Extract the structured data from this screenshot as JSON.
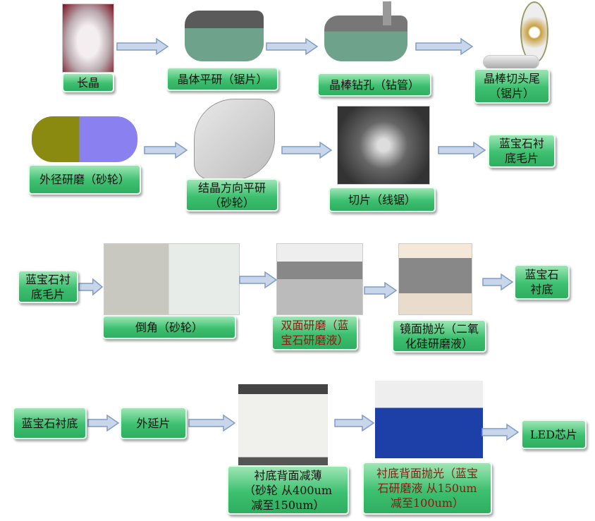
{
  "steps": {
    "s1": "长晶",
    "s2": "晶体平研（锯片）",
    "s3": "晶棒钻孔（钻管）",
    "s4": "晶棒切头尾\n（锯片）",
    "s5": "外径研磨（砂轮）",
    "s6": "结晶方向平研\n（砂轮）",
    "s7": "切片（线锯）",
    "s8": "蓝宝石衬\n底毛片",
    "s9": "蓝宝石衬\n底毛片",
    "s10": "倒角（砂轮）",
    "s11": "双面研磨（蓝\n宝石研磨液）",
    "s12": "镜面抛光（二氧\n化硅研磨液）",
    "s13": "蓝宝石\n衬底",
    "s14": "蓝宝石衬底",
    "s15": "外延片",
    "s16": "衬底背面减薄\n（砂轮  从400um\n减至150um）",
    "s17": "衬底背面抛光（蓝宝\n石研磨液  从150um\n减至100um）",
    "s18": "LED芯片"
  },
  "colors": {
    "label_green": "#3dc070",
    "arrow_fill": "#c9d6ea",
    "arrow_stroke": "#7f9cc6",
    "red_text": "#8b1a10"
  }
}
